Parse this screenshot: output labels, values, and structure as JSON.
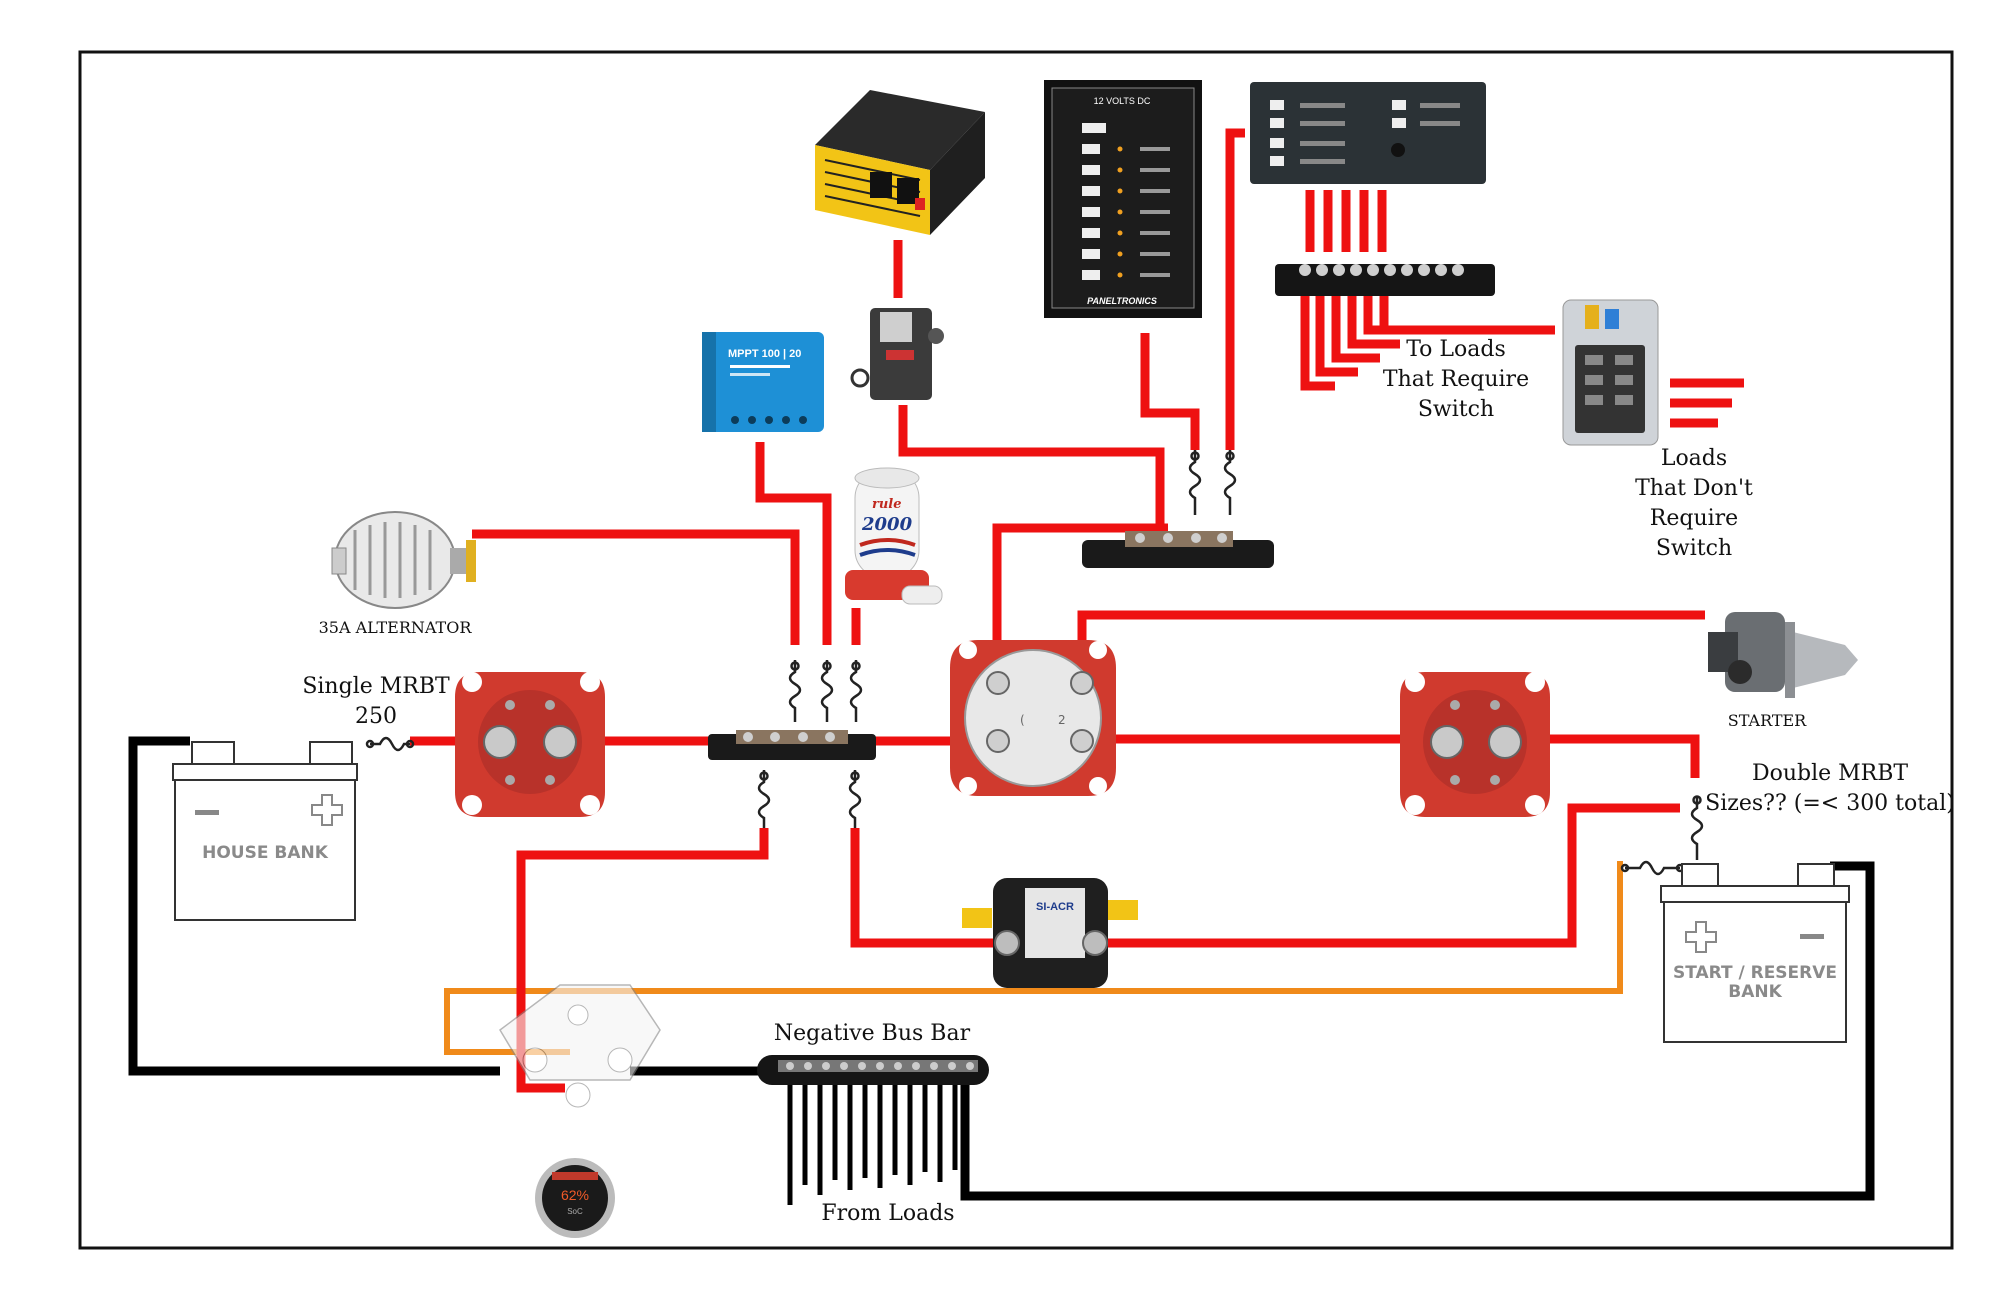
{
  "colors": {
    "positive_wire": "#ee1111",
    "negative_wire": "#000000",
    "sense_wire": "#f08a1a",
    "switch_red": "#d03a2e",
    "panel_black": "#1c1c1c",
    "charger_blue": "#1e90d6",
    "inverter_yellow": "#f2c416"
  },
  "labels": {
    "alternator": "35A ALTERNATOR",
    "single_mrbt": "Single MRBT",
    "single_mrbt_size": "250",
    "house_bank": "HOUSE BANK",
    "starter": "STARTER",
    "double_mrbt": "Double MRBT",
    "double_mrbt_sizes": "Sizes?? (=< 300 total)",
    "start_reserve_1": "START / RESERVE",
    "start_reserve_2": "BANK",
    "negative_bus_bar": "Negative Bus Bar",
    "from_loads": "From Loads",
    "to_loads_1": "To Loads",
    "to_loads_2": "That Require",
    "to_loads_3": "Switch",
    "loads_no_switch_1": "Loads",
    "loads_no_switch_2": "That Don't",
    "loads_no_switch_3": "Require",
    "loads_no_switch_4": "Switch",
    "panel_volts": "12 VOLTS DC",
    "panel_brand": "PANELTRONICS",
    "charger_model": "MPPT 100 | 20",
    "pump_brand": "rule",
    "pump_model": "2000",
    "monitor_value": "62%",
    "monitor_sub": "SoC",
    "acr_brand": "SI-ACR"
  },
  "icons": [
    "inverter-icon",
    "dc-breaker-panel-icon",
    "switch-panel-icon",
    "terminal-strip-icon",
    "fuse-block-icon",
    "solar-charge-controller-icon",
    "circuit-breaker-icon",
    "bilge-pump-icon",
    "alternator-icon",
    "starter-icon",
    "battery-switch-icon",
    "selector-switch-icon",
    "acr-relay-icon",
    "shunt-icon",
    "battery-monitor-icon",
    "fuse-icon",
    "bus-bar-icon"
  ]
}
